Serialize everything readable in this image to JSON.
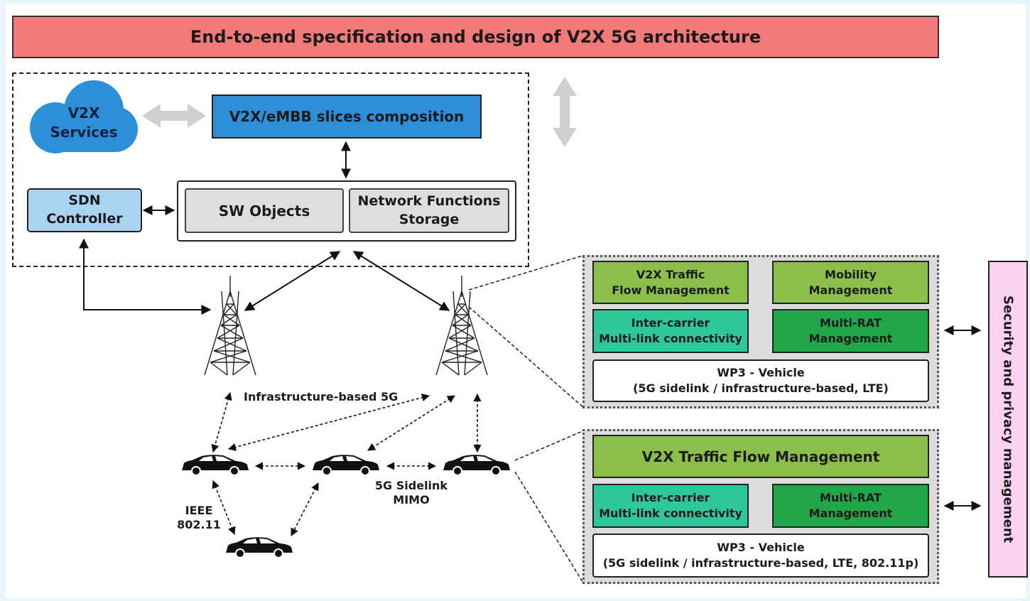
{
  "title": "End-to-end specification and design of V2X 5G architecture",
  "cloud": {
    "line1": "V2X",
    "line2": "Services"
  },
  "slices": "V2X/eMBB slices composition",
  "sdn": {
    "line1": "SDN",
    "line2": "Controller"
  },
  "sw_objects": "SW Objects",
  "nf_storage": {
    "line1": "Network Functions",
    "line2": "Storage"
  },
  "labels": {
    "infra": "Infrastructure-based 5G",
    "sidelink1": "5G Sidelink",
    "sidelink2": "MIMO",
    "ieee1": "IEEE",
    "ieee2": "802.11"
  },
  "panel_top": {
    "traffic": {
      "line1": "V2X Traffic",
      "line2": "Flow Management"
    },
    "mobility": {
      "line1": "Mobility",
      "line2": "Management"
    },
    "intercarrier": {
      "line1": "Inter-carrier",
      "line2": "Multi-link connectivity"
    },
    "multirat": {
      "line1": "Multi-RAT",
      "line2": "Management"
    },
    "wp3": {
      "line1": "WP3 - Vehicle",
      "line2": "(5G sidelink / infrastructure-based, LTE)"
    }
  },
  "panel_bottom": {
    "traffic": "V2X Traffic Flow Management",
    "intercarrier": {
      "line1": "Inter-carrier",
      "line2": "Multi-link connectivity"
    },
    "multirat": {
      "line1": "Multi-RAT",
      "line2": "Management"
    },
    "wp3": {
      "line1": "WP3 - Vehicle",
      "line2": "(5G sidelink / infrastructure-based, LTE, 802.11p)"
    }
  },
  "security": "Security and privacy management",
  "colors": {
    "title_bg": "#f47a7a",
    "slices_bg": "#2d8fd8",
    "sdn_bg": "#a9d3f1",
    "lime": "#8bbf4a",
    "teal": "#2dc99a",
    "green": "#22a64a",
    "security_bg": "#fad2f0"
  }
}
